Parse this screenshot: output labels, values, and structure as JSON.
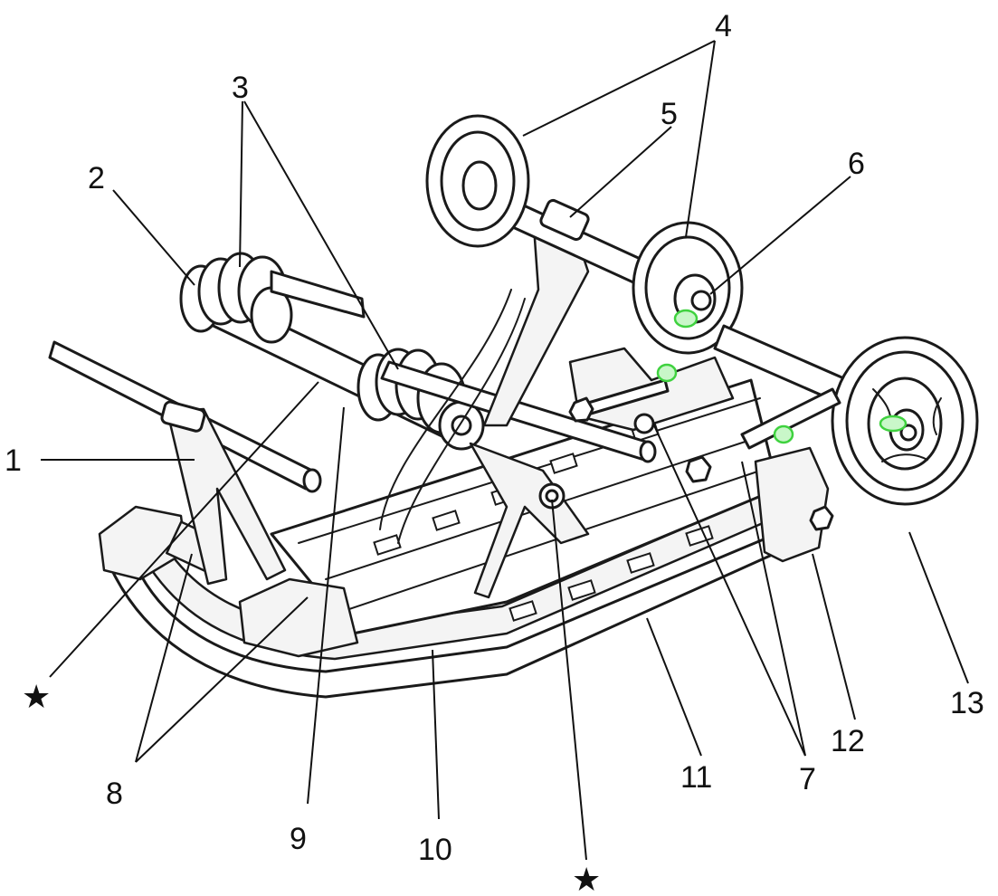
{
  "callouts": [
    {
      "id": "1",
      "label": "1"
    },
    {
      "id": "2",
      "label": "2"
    },
    {
      "id": "3",
      "label": "3"
    },
    {
      "id": "4",
      "label": "4"
    },
    {
      "id": "5",
      "label": "5"
    },
    {
      "id": "6",
      "label": "6"
    },
    {
      "id": "7",
      "label": "7"
    },
    {
      "id": "8",
      "label": "8"
    },
    {
      "id": "9",
      "label": "9"
    },
    {
      "id": "10",
      "label": "10"
    },
    {
      "id": "11",
      "label": "11"
    },
    {
      "id": "12",
      "label": "12"
    },
    {
      "id": "13",
      "label": "13"
    }
  ],
  "stars": [
    "★",
    "★"
  ],
  "colors": {
    "ink": "#1a1a1a",
    "background": "#ffffff",
    "highlight": "#3fd23f"
  }
}
